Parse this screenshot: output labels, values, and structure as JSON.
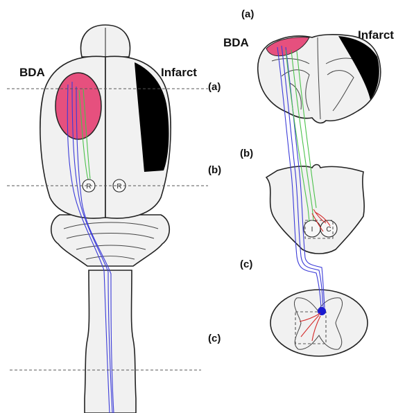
{
  "colors": {
    "bda_fill": "#e6507e",
    "infarct_fill": "#000000",
    "blue_axon": "#3a3ad8",
    "green_axon": "#4bc24b",
    "red_axon": "#d42a2a",
    "blue_terminal": "#1a1ad0",
    "outline": "#222222",
    "tissue_fill": "#f1f1f1"
  },
  "labels": {
    "bda_left": "BDA",
    "infarct_left": "Infarct",
    "level_a_left": "(a)",
    "level_b_left": "(b)",
    "level_c_left": "(c)",
    "pyramid_right_1": "R",
    "pyramid_right_2": "R",
    "section_a_title": "(a)",
    "bda_right": "BDA",
    "infarct_right": "Infarct",
    "section_b_title": "(b)",
    "section_c_title": "(c)",
    "pyramid_label_1": "I",
    "pyramid_label_2": "C"
  }
}
